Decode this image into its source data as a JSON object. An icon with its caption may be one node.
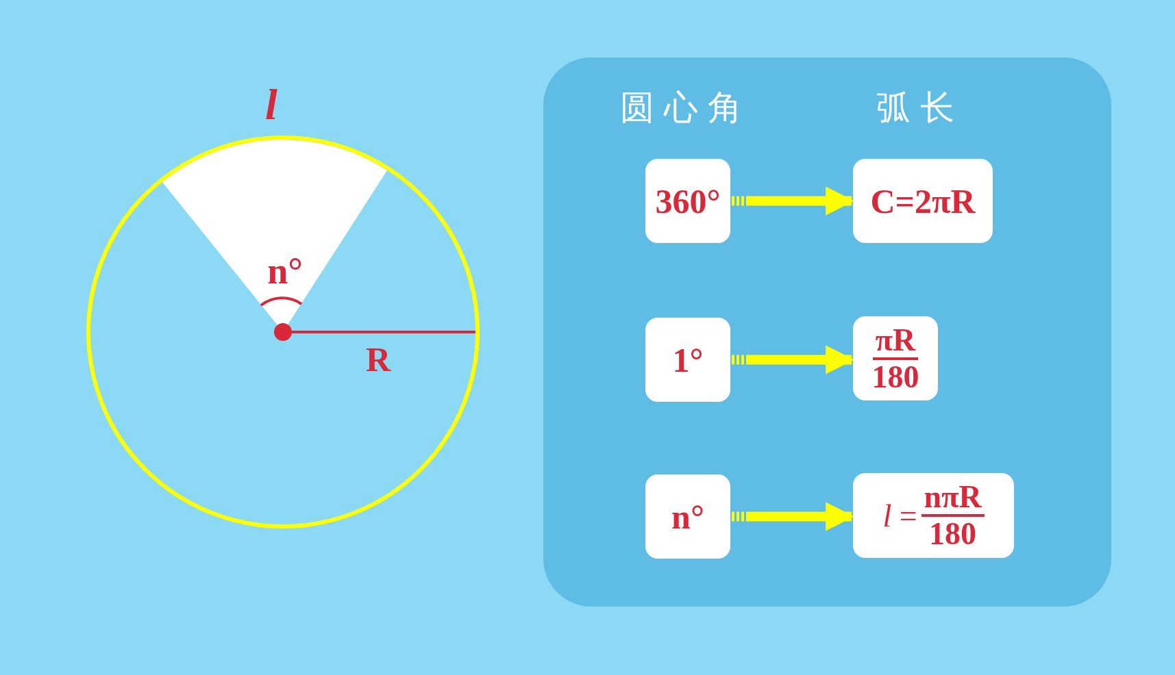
{
  "diagram": {
    "nodes": [
      {
        "text": [
          "圆心角",
          "弧长"
        ]
      },
      {
        "text": [
          "360°"
        ],
        "in": 0
      },
      {
        "text": [
          "C=2πR"
        ],
        "in": 0
      },
      {
        "text": [
          "1°"
        ],
        "in": 0
      },
      {
        "text": [
          "πR",
          "180"
        ],
        "in": 0
      },
      {
        "text": [
          "n°"
        ],
        "in": 0
      },
      {
        "text": [
          "*l* =",
          "nπR",
          "180"
        ],
        "in": 0
      }
    ],
    "edges": [
      {
        "from": 1,
        "to": 2,
        "arrow": "to"
      },
      {
        "from": 3,
        "to": 4,
        "arrow": "to"
      },
      {
        "from": 5,
        "to": 6,
        "arrow": "to"
      }
    ],
    "labels": [
      "l",
      "n°",
      "R"
    ]
  }
}
